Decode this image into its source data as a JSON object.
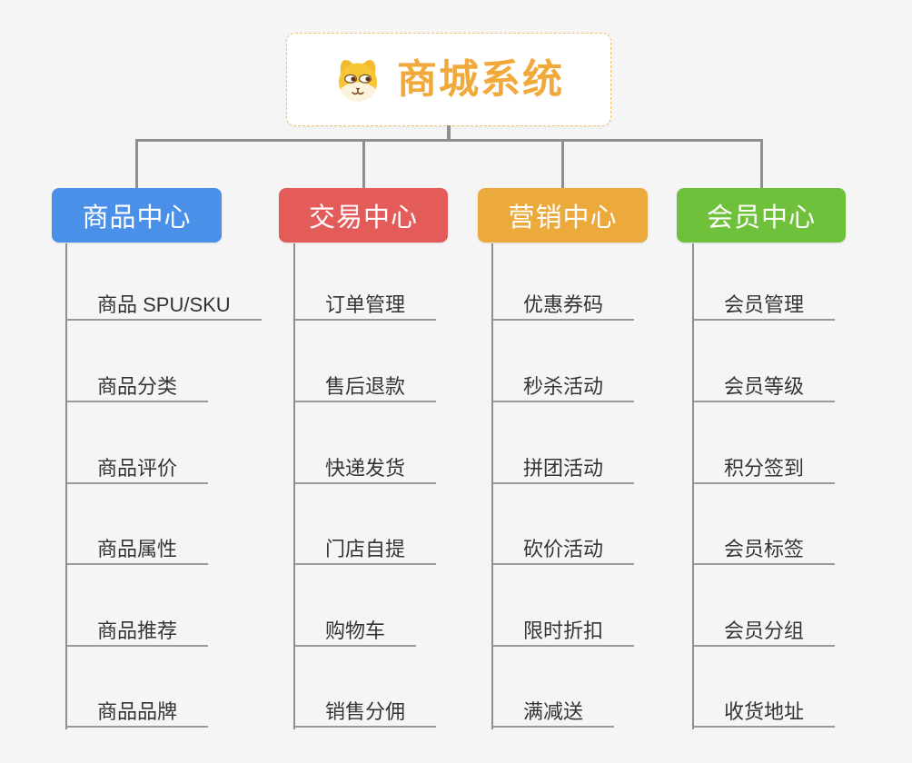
{
  "root": {
    "label": "商城系统",
    "icon": "dog-face-icon",
    "label_color": "#f2a93c",
    "box_border_color": "#eec06a"
  },
  "branches": [
    {
      "label": "商品中心",
      "color": "#4a90e8",
      "children": [
        "商品 SPU/SKU",
        "商品分类",
        "商品评价",
        "商品属性",
        "商品推荐",
        "商品品牌"
      ]
    },
    {
      "label": "交易中心",
      "color": "#e45c5a",
      "children": [
        "订单管理",
        "售后退款",
        "快递发货",
        "门店自提",
        "购物车",
        "销售分佣"
      ]
    },
    {
      "label": "营销中心",
      "color": "#ecaa3d",
      "children": [
        "优惠券码",
        "秒杀活动",
        "拼团活动",
        "砍价活动",
        "限时折扣",
        "满减送"
      ]
    },
    {
      "label": "会员中心",
      "color": "#6fc13c",
      "children": [
        "会员管理",
        "会员等级",
        "积分签到",
        "会员标签",
        "会员分组",
        "收货地址"
      ]
    }
  ],
  "style": {
    "background_color": "#f5f5f6",
    "connector_color": "#8f8f8f",
    "leaf_underline_color": "#9a9a9a",
    "leaf_text_color": "#333333"
  }
}
